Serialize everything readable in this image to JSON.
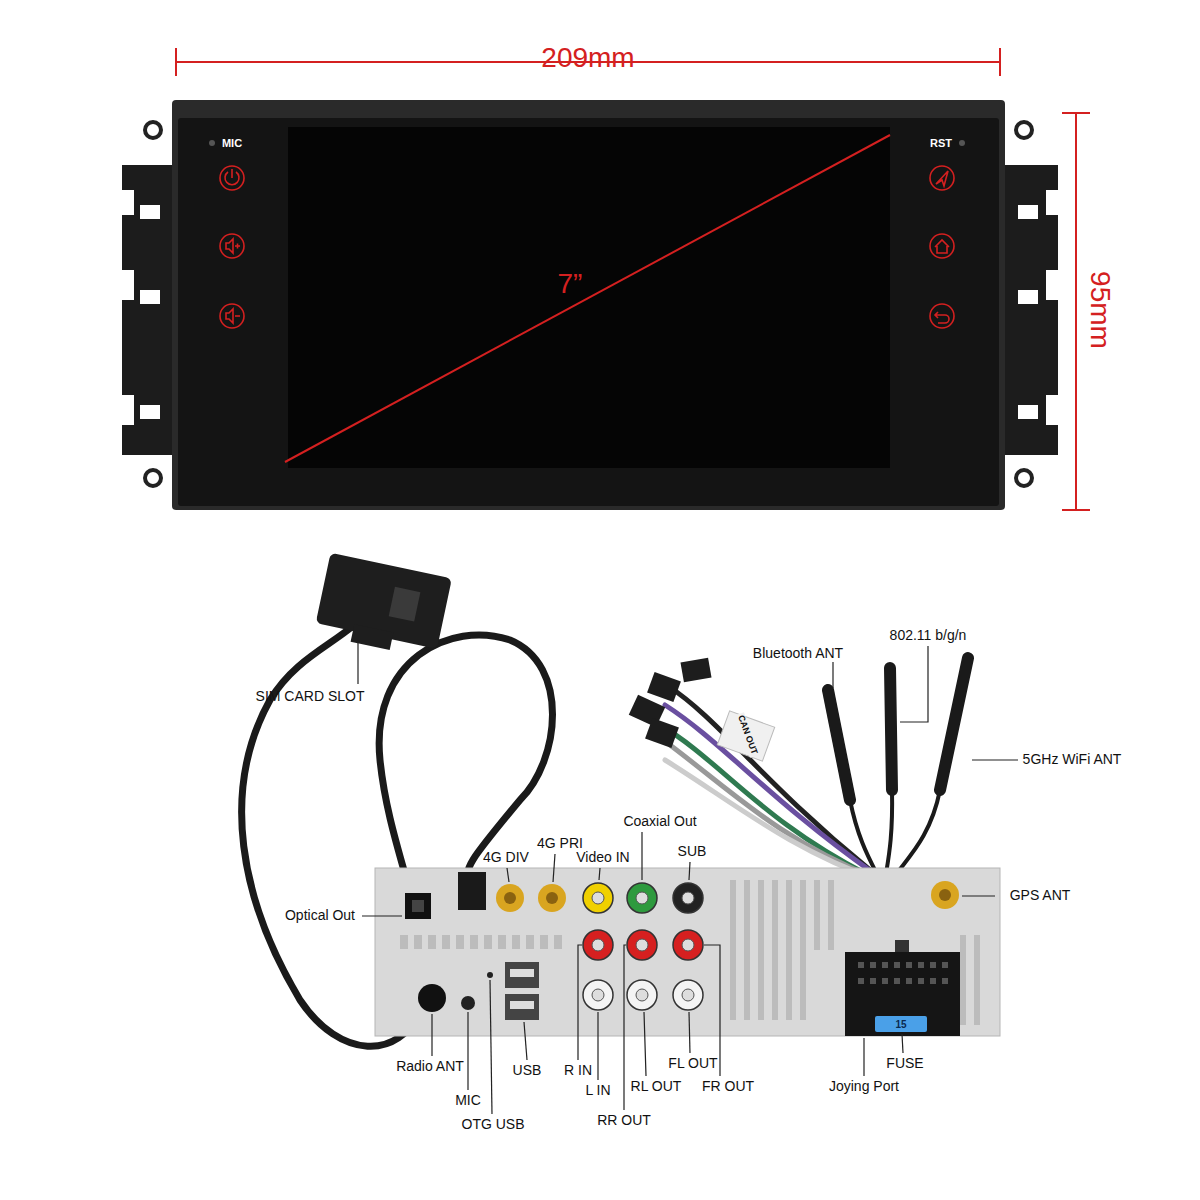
{
  "diagram": {
    "labels": [
      "209mm",
      "95mm",
      "MIC",
      "RST",
      "7”",
      "SIM CARD SLOT",
      "Bluetooth ANT",
      "802.11 b/g/n",
      "5GHz WiFi ANT",
      "CAN OUT",
      "Coaxial Out",
      "4G PRI",
      "4G DIV",
      "Video IN",
      "SUB",
      "GPS ANT",
      "Optical Out",
      "Radio ANT",
      "MIC",
      "OTG USB",
      "USB",
      "R IN",
      "L IN",
      "RR OUT",
      "RL OUT",
      "FL OUT",
      "FR OUT",
      "FUSE",
      "Joying Port",
      "15"
    ]
  }
}
